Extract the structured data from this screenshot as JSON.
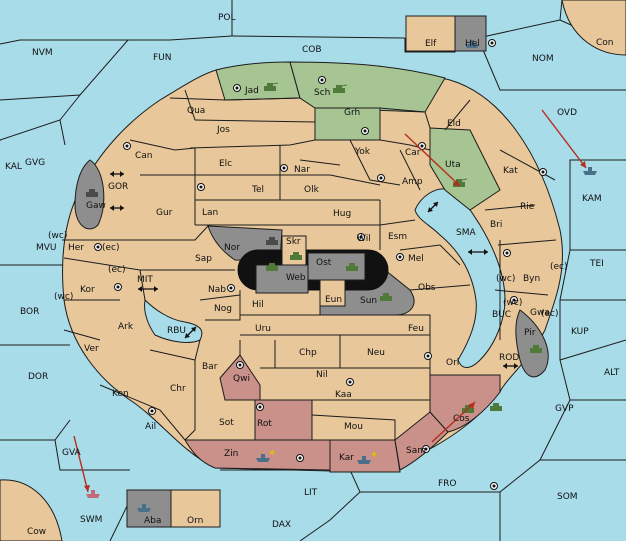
{
  "map_title": "",
  "colors": {
    "sea": "#a8dce9",
    "land": "#e8c79a",
    "green_power": "#a7c493",
    "grey_power": "#8e8e8e",
    "rose_power": "#c99189",
    "order_arrow": "#b42e1d"
  },
  "regions": {
    "POL": "POL",
    "NVM": "NVM",
    "FUN": "FUN",
    "COB": "COB",
    "NOM": "NOM",
    "Con": "Con",
    "Elf": "Elf",
    "Hel": "Hel",
    "OVD": "OVD",
    "KAL": "KAL",
    "GVG": "GVG",
    "GOR": "GOR",
    "Gaw": "Gaw",
    "MVU": "MVU",
    "BOR": "BOR",
    "DOR": "DOR",
    "MIT": "MIT",
    "RBU": "RBU",
    "GVA": "GVA",
    "SWM": "SWM",
    "Cow": "Cow",
    "Aba": "Aba",
    "Orn": "Orn",
    "LIT": "LIT",
    "DAX": "DAX",
    "FRO": "FRO",
    "SOM": "SOM",
    "GVP": "GVP",
    "ALT": "ALT",
    "KUP": "KUP",
    "TEI": "TEI",
    "KAM": "KAM",
    "SMA": "SMA",
    "BUC": "BUC",
    "ROD": "ROD",
    "Jad": "Jad",
    "Sch": "Sch",
    "Qua": "Qua",
    "Jos": "Jos",
    "Grh": "Grh",
    "Eld": "Eld",
    "Can": "Can",
    "Elc": "Elc",
    "Nar": "Nar",
    "Yok": "Yok",
    "Car": "Car",
    "Uta": "Uta",
    "Kat": "Kat",
    "Tel": "Tel",
    "Olk": "Olk",
    "Amp": "Amp",
    "Gur": "Gur",
    "Lan": "Lan",
    "Hug": "Hug",
    "Rie": "Rie",
    "Bri": "Bri",
    "Her": "Her",
    "Nor": "Nor",
    "Skr": "Skr",
    "Wil": "Wil",
    "Esm": "Esm",
    "Sap": "Sap",
    "Web": "Web",
    "Ost": "Ost",
    "Mel": "Mel",
    "Byn": "Byn",
    "Kor": "Kor",
    "Nab": "Nab",
    "Eun": "Eun",
    "Sun": "Sun",
    "Obs": "Obs",
    "Gwa": "Gwa",
    "Hil": "Hil",
    "Nog": "Nog",
    "Ark": "Ark",
    "Uru": "Uru",
    "Feu": "Feu",
    "Pir": "Pir",
    "Ver": "Ver",
    "Bar": "Bar",
    "Chp": "Chp",
    "Neu": "Neu",
    "Orl": "Orl",
    "Qwi": "Qwi",
    "Nil": "Nil",
    "Ken": "Ken",
    "Chr": "Chr",
    "Kaa": "Kaa",
    "Rot": "Rot",
    "Ail": "Ail",
    "Sot": "Sot",
    "Mou": "Mou",
    "Cos": "Cos",
    "Zin": "Zin",
    "Kar": "Kar",
    "Sam": "Sam"
  },
  "coast_notes": {
    "wc": "(wc)",
    "ec": "(ec)"
  }
}
